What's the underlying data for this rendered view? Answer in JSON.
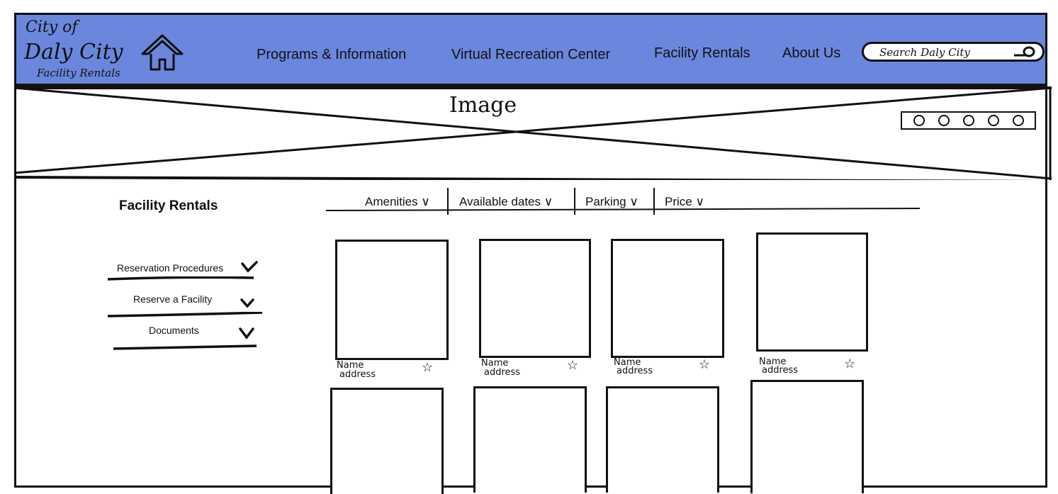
{
  "header": {
    "logo_line1": "City of",
    "logo_line2": "Daly City",
    "logo_line3": "Facility Rentals",
    "bg_color": "#6b87dd",
    "nav": [
      {
        "label": "Programs  & Information"
      },
      {
        "label": "Virtual Recreation Center"
      },
      {
        "label": "Facility Rentals"
      },
      {
        "label": "About Us"
      }
    ],
    "search_placeholder": "Search Daly City"
  },
  "hero": {
    "label": "Image",
    "carousel_dots": 5
  },
  "sidebar": {
    "title": "Facility Rentals",
    "items": [
      {
        "label": "Reservation Procedures"
      },
      {
        "label": "Reserve a Facility"
      },
      {
        "label": "Documents"
      }
    ]
  },
  "filters": [
    {
      "label": "Amenities"
    },
    {
      "label": "Available dates"
    },
    {
      "label": "Parking"
    },
    {
      "label": "Price"
    }
  ],
  "cards": [
    {
      "name": "Name",
      "address": "address"
    },
    {
      "name": "Name",
      "address": "address"
    },
    {
      "name": "Name",
      "address": "address"
    },
    {
      "name": "Name",
      "address": "address"
    },
    {
      "name": "",
      "address": ""
    },
    {
      "name": "",
      "address": ""
    },
    {
      "name": "",
      "address": ""
    },
    {
      "name": "",
      "address": ""
    }
  ]
}
